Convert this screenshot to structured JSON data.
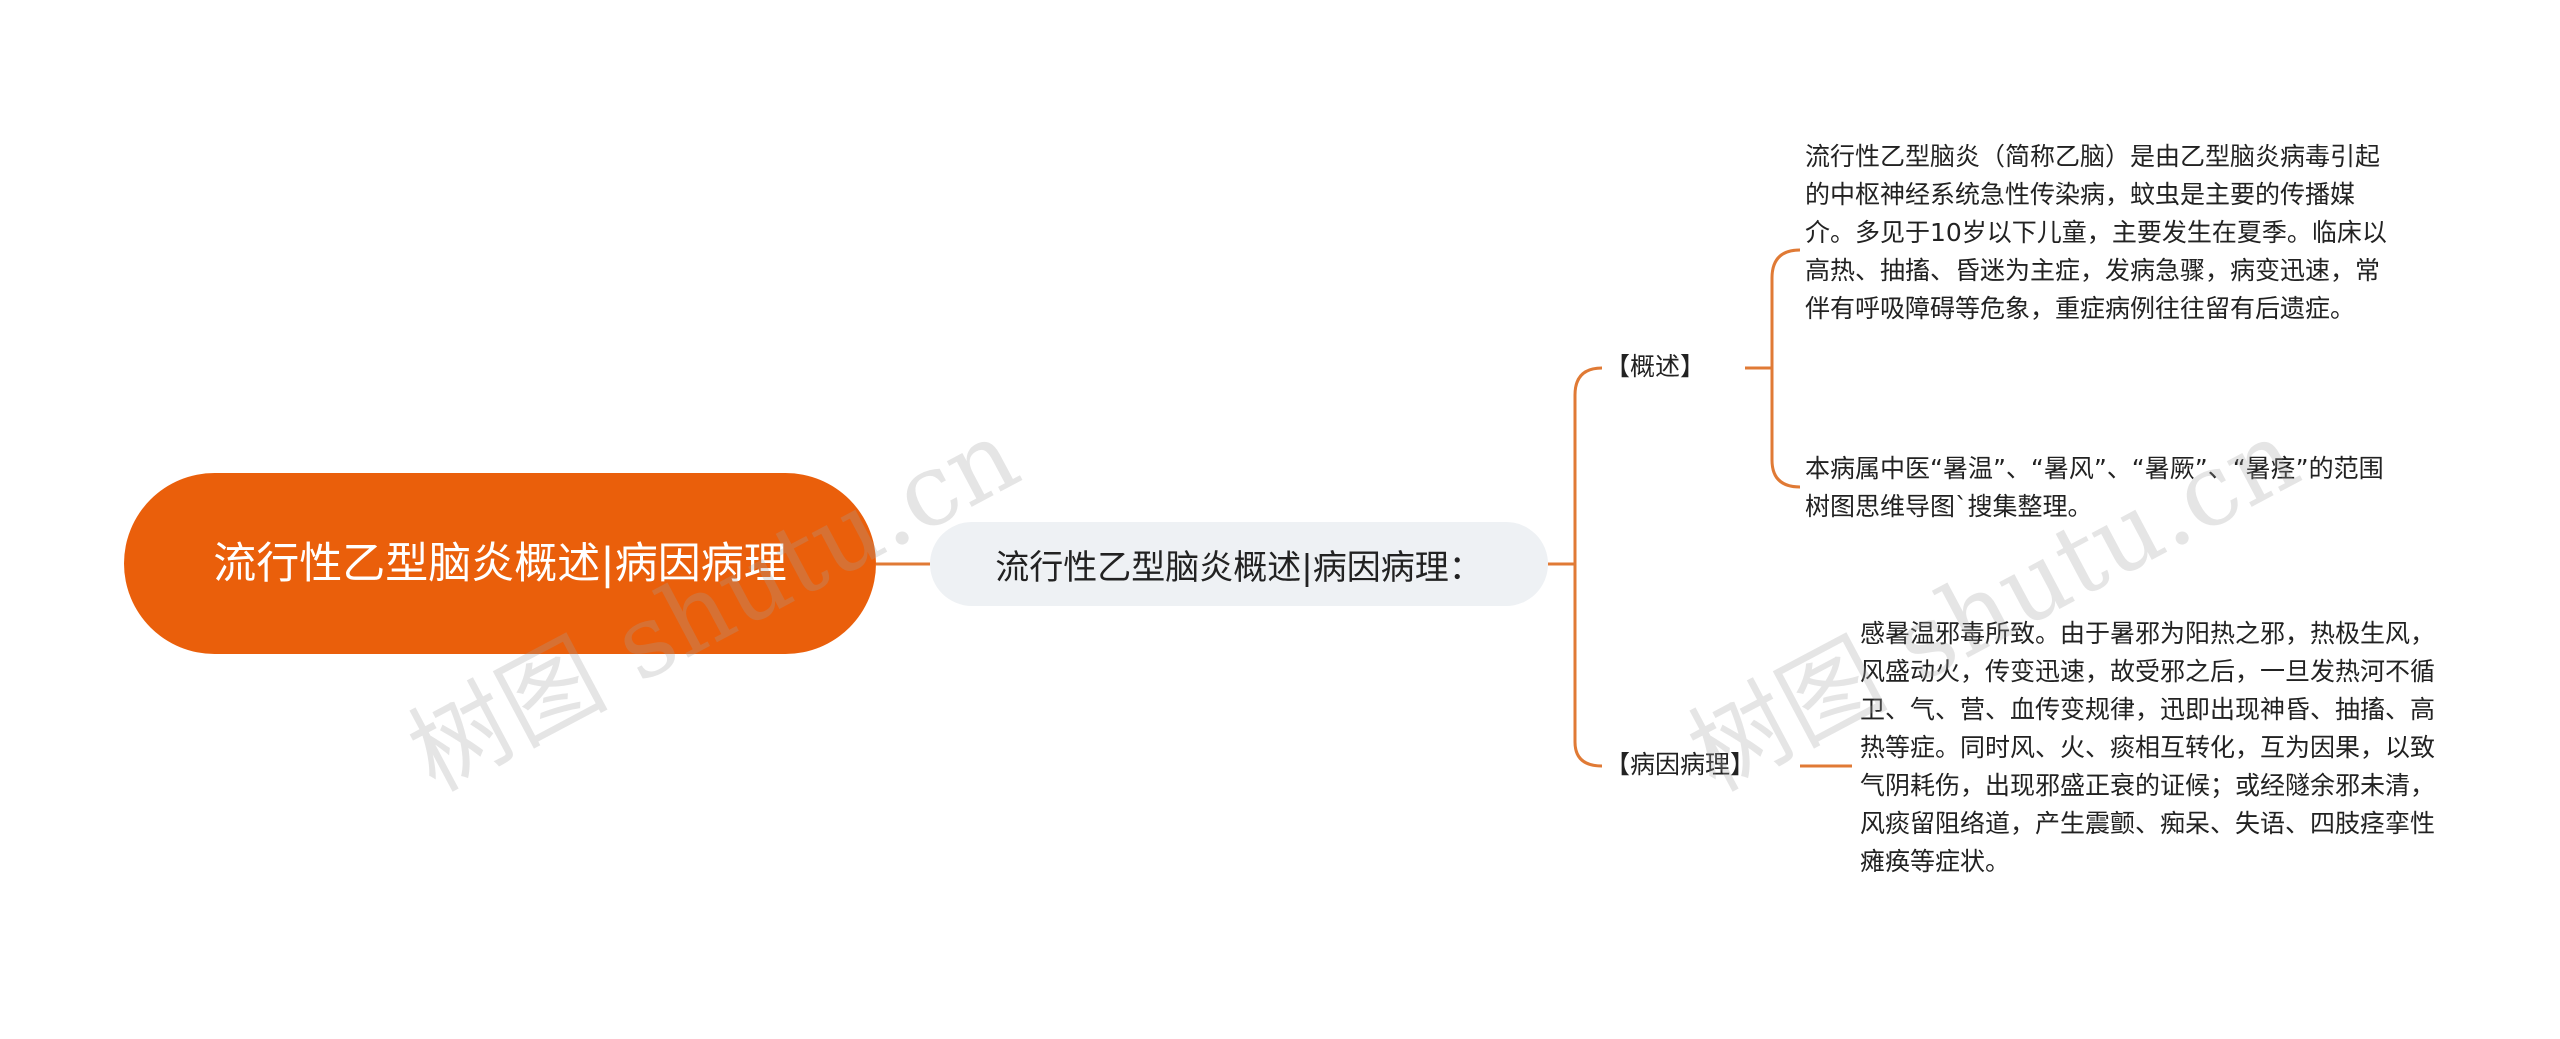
{
  "root": {
    "title": "流行性乙型脑炎概述|病因病理"
  },
  "subtopic": {
    "label": "流行性乙型脑炎概述|病因病理："
  },
  "branches": [
    {
      "label": "【概述】",
      "leaves": [
        "流行性乙型脑炎（简称乙脑）是由乙型脑炎病毒引起的中枢神经系统急性传染病，蚊虫是主要的传播媒介。多见于10岁以下儿童，主要发生在夏季。临床以高热、抽搐、昏迷为主症，发病急骤，病变迅速，常伴有呼吸障碍等危象，重症病例往往留有后遗症。",
        "本病属中医“暑温”、“暑风”、“暑厥”、“暑痉”的范围树图思维导图`搜集整理。"
      ]
    },
    {
      "label": "【病因病理】",
      "leaves": [
        "感暑温邪毒所致。由于暑邪为阳热之邪，热极生风，风盛动火，传变迅速，故受邪之后，一旦发热河不循卫、气、营、血传变规律，迅即出现神昏、抽搐、高热等症。同时风、火、痰相互转化，互为因果，以致气阴耗伤，出现邪盛正衰的证候；或经隧余邪未清，风痰留阻络道，产生震颤、痴呆、失语、四肢痉挛性瘫痪等症状。"
      ]
    }
  ],
  "watermarks": [
    "树图 shutu.cn",
    "树图 shutu.cn"
  ],
  "colors": {
    "root_fill": "#ea5f0b",
    "connector": "#e07a35",
    "subtopic_fill": "#eef1f4"
  }
}
